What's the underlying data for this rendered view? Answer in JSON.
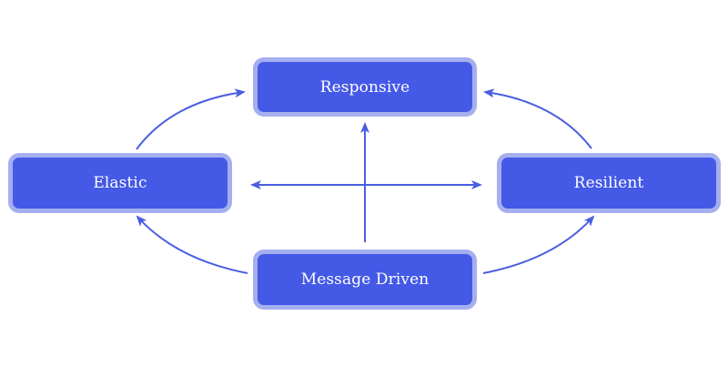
{
  "colors": {
    "node_fill": "#4459e6",
    "node_border": "#a6afee",
    "edge": "#4a5ee0",
    "text": "#ffffff"
  },
  "nodes": {
    "responsive": {
      "label": "Responsive"
    },
    "elastic": {
      "label": "Elastic"
    },
    "resilient": {
      "label": "Resilient"
    },
    "message_driven": {
      "label": "Message Driven"
    }
  },
  "edges": [
    {
      "from": "Elastic",
      "to": "Responsive",
      "style": "curved-arrow"
    },
    {
      "from": "Resilient",
      "to": "Responsive",
      "style": "curved-arrow"
    },
    {
      "from": "Message Driven",
      "to": "Elastic",
      "style": "curved-arrow"
    },
    {
      "from": "Message Driven",
      "to": "Resilient",
      "style": "curved-arrow"
    },
    {
      "from": "Message Driven",
      "to": "Responsive",
      "style": "straight-arrow"
    },
    {
      "from": "Center",
      "to": "Elastic",
      "style": "straight-arrow"
    },
    {
      "from": "Center",
      "to": "Resilient",
      "style": "straight-arrow"
    }
  ]
}
